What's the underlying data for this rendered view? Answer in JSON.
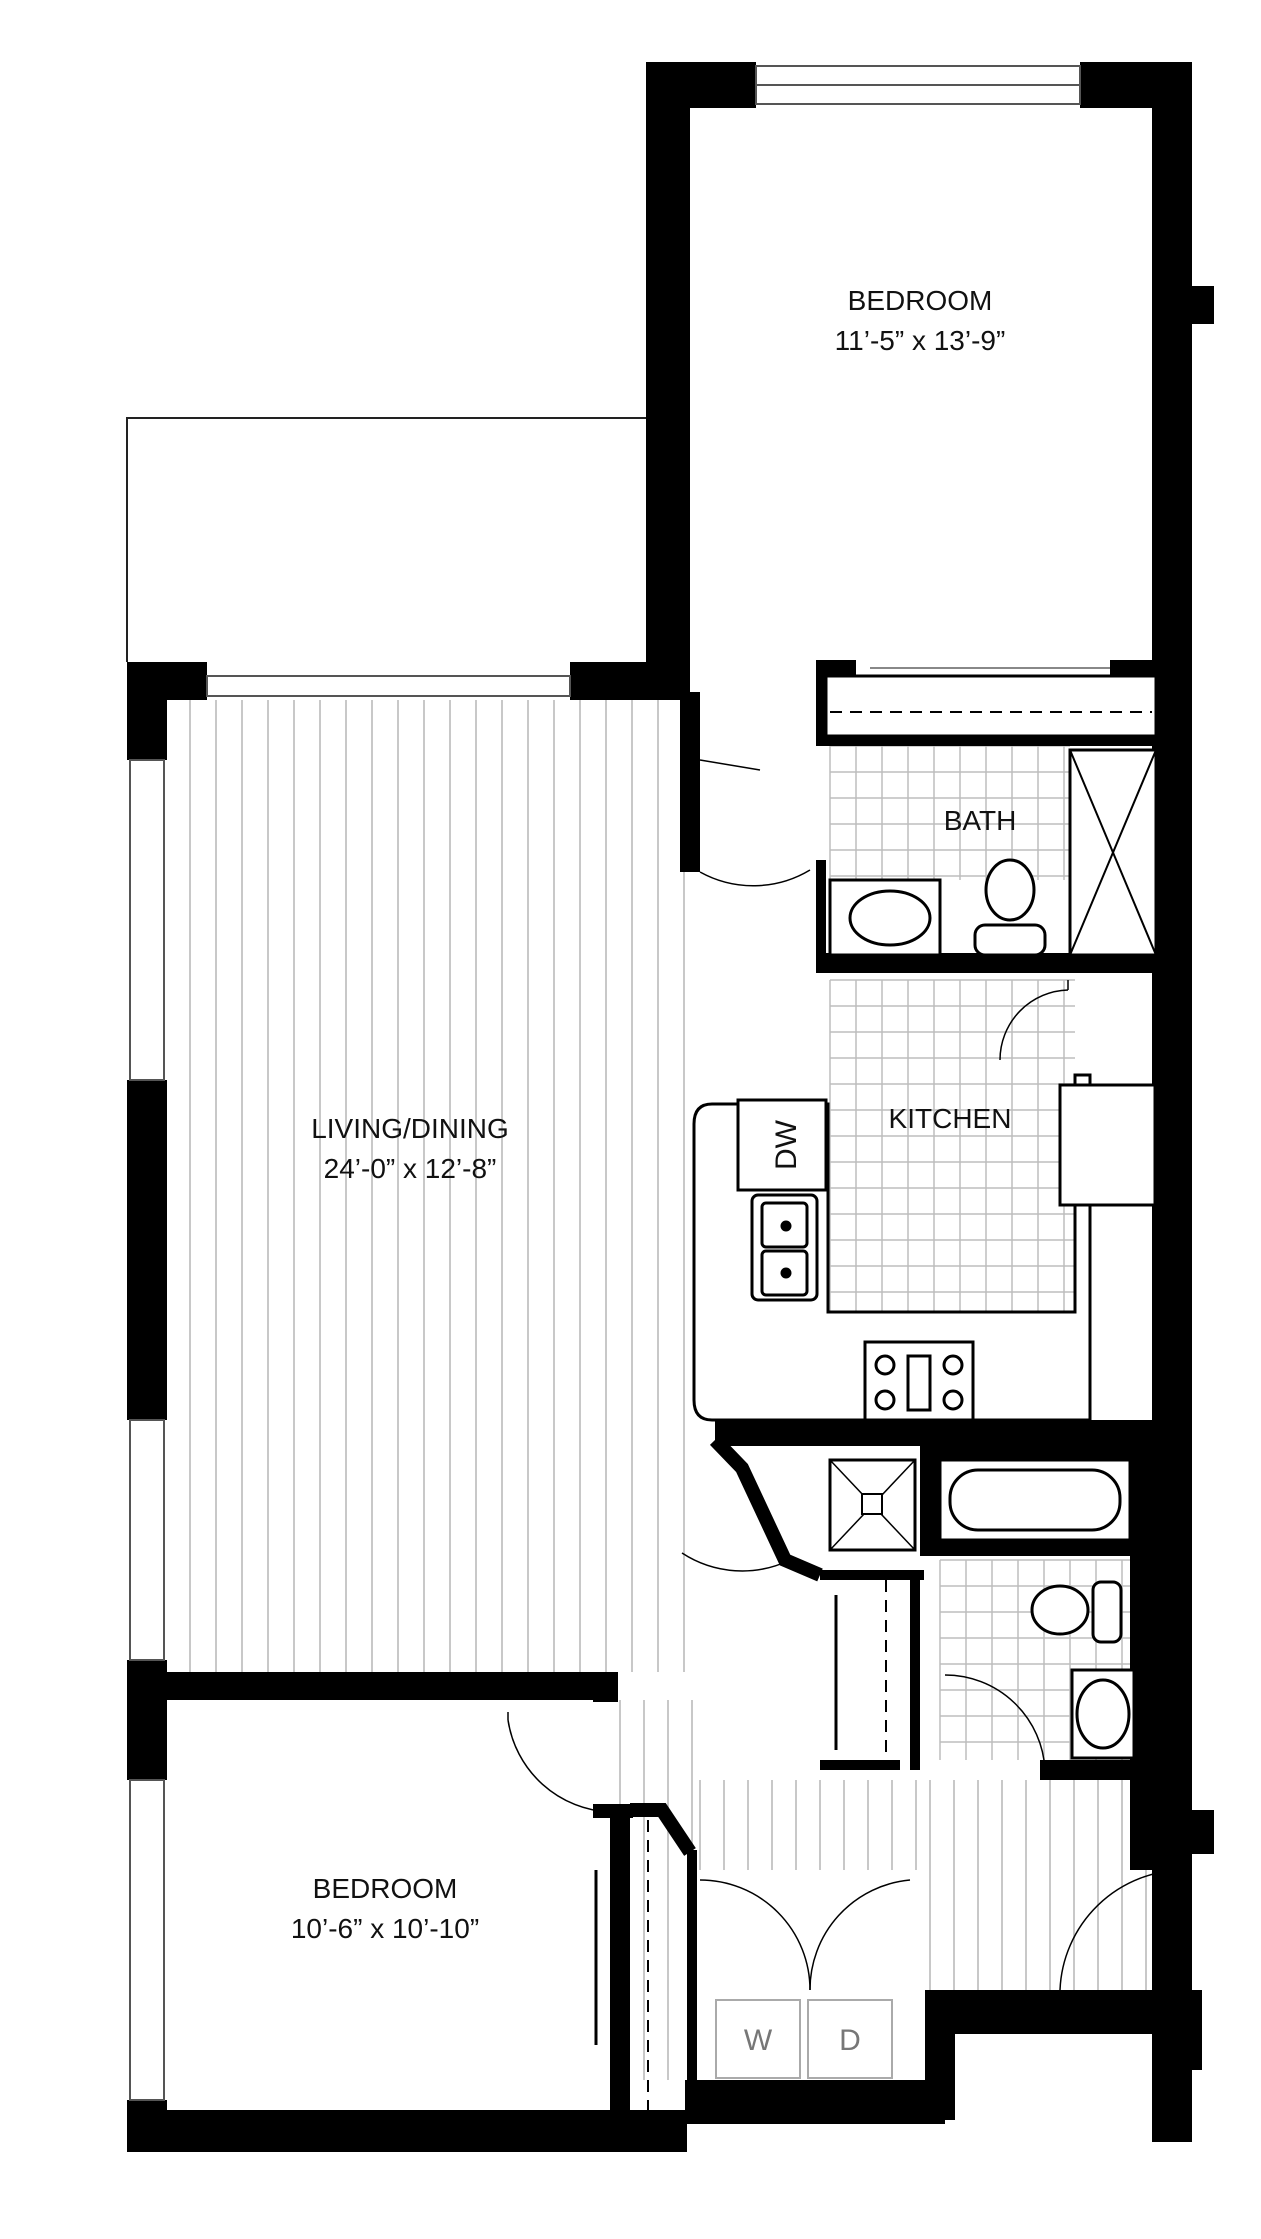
{
  "rooms": {
    "bedroom_top": {
      "name": "BEDROOM",
      "size": "11’-5” x 13’-9”"
    },
    "bath": {
      "name": "BATH"
    },
    "living": {
      "name": "LIVING/DINING",
      "size": "24’-0” x 12’-8”"
    },
    "kitchen": {
      "name": "KITCHEN"
    },
    "bedroom_bottom": {
      "name": "BEDROOM",
      "size": "10’-6” x 10’-10”"
    }
  },
  "appliances": {
    "dishwasher": "DW",
    "washer": "W",
    "dryer": "D"
  },
  "colors": {
    "wall": "#000000",
    "line": "#333333",
    "tile": "#bbbbbb",
    "floor": "#cccccc",
    "background": "#ffffff"
  }
}
